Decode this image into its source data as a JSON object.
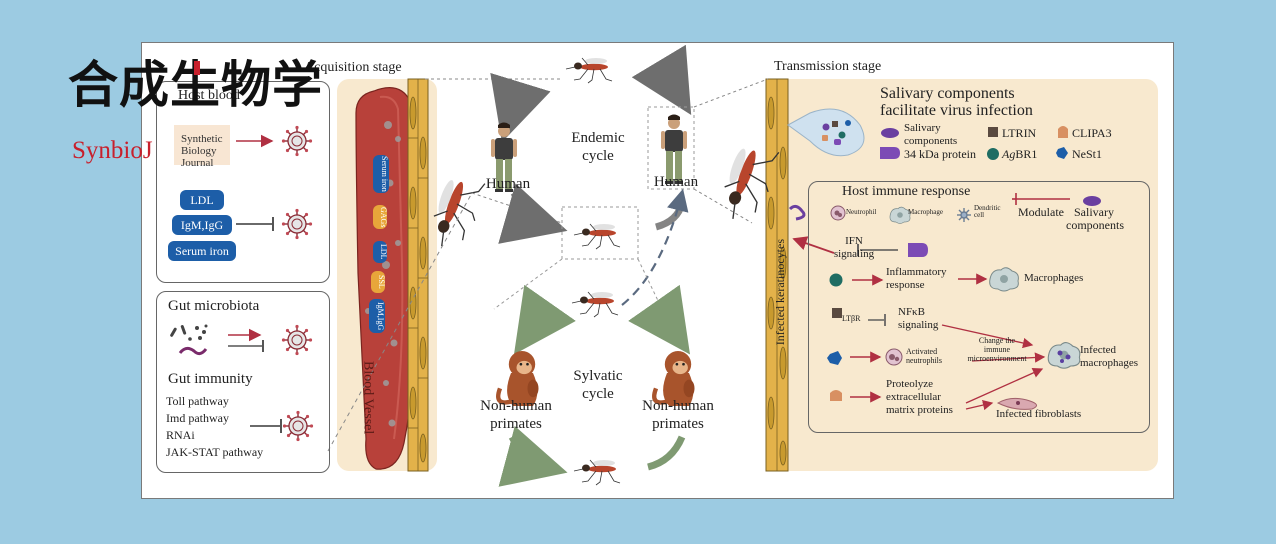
{
  "watermark": {
    "cn": "合成生物学",
    "en": "SynbioJ",
    "en_small": [
      "Synthetic",
      "Biology",
      "Journal"
    ]
  },
  "acquisition": {
    "stage_title": "Acquisition stage",
    "host_blood_title": "Host blood",
    "pills": [
      "LDL",
      "IgM,IgG",
      "Serum iron"
    ],
    "vessel_labels": [
      "Serum iron",
      "GAGs",
      "LDL",
      "SSL",
      "IgM,IgG"
    ],
    "vessel_label": "Blood Vessel",
    "gut_microbiota_title": "Gut microbiota",
    "gut_immunity_title": "Gut immunity",
    "pathways": [
      "Toll pathway",
      "Imd pathway",
      "RNAi",
      "JAK-STAT pathway"
    ]
  },
  "cycles": {
    "endemic": [
      "Endemic",
      "cycle"
    ],
    "sylvatic": [
      "Sylvatic",
      "cycle"
    ],
    "human_label": "Human",
    "nhp_label": [
      "Non-human",
      "primates"
    ]
  },
  "transmission": {
    "stage_title": "Transmission stage",
    "keratinocytes_label": "Infected keratinocytes",
    "salivary_title": [
      "Salivary components",
      "facilitate virus infection"
    ],
    "legend": [
      {
        "label": "Salivary components",
        "lines": [
          "Salivary",
          "components"
        ],
        "color": "#6a3fa0"
      },
      {
        "label": "LTRIN",
        "color": "#5a4a40"
      },
      {
        "label": "CLIPA3",
        "color": "#d89062"
      },
      {
        "label": "34 kDa protein",
        "color": "#7c4bb5"
      },
      {
        "label": "AgBR1",
        "prefix": "Ag",
        "suffix": "BR1",
        "color": "#1f6d63"
      },
      {
        "label": "NeSt1",
        "color": "#1d5ea8"
      }
    ],
    "immune_title": "Host immune response",
    "cells": [
      "Neutrophil",
      "Macrophage",
      "Dendritic cell"
    ],
    "modulate": "Modulate",
    "salivary_components": [
      "Salivary",
      "components"
    ],
    "ifn": [
      "IFN",
      "signaling"
    ],
    "inflammatory": [
      "Inflammatory",
      "response"
    ],
    "macrophages": "Macrophages",
    "ltbr": "LTβR",
    "nfkb": [
      "NFκB",
      "signaling"
    ],
    "activated": [
      "Activated",
      "neutrophils"
    ],
    "change": [
      "Change the",
      "immune",
      "microenvironment"
    ],
    "infected_macrophages": [
      "Infected",
      "macrophages"
    ],
    "proteolyze": [
      "Proteolyze",
      "extracellular",
      "matrix proteins"
    ],
    "infected_fibroblasts": "Infected fibroblasts"
  },
  "colors": {
    "background": "#9ccbe2",
    "panel_bg": "#f8e9cf",
    "arrow_red": "#b03042",
    "inhibit": "#555555",
    "pill": "#1d5ea8",
    "vessel": "#b8413a",
    "cycle_gray": "#777777",
    "cycle_green": "#7f9a72"
  },
  "icons": [
    "virus-icon",
    "mosquito-icon",
    "human-icon",
    "monkey-icon",
    "bacteria-icon",
    "macrophage-icon",
    "neutrophil-icon",
    "dendritic-cell-icon",
    "fibroblast-icon"
  ]
}
